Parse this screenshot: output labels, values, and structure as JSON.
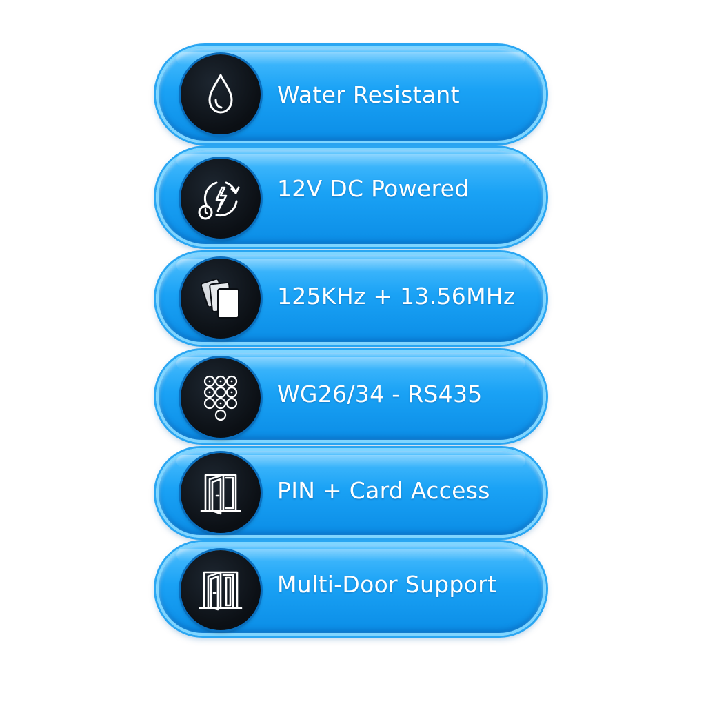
{
  "colors": {
    "pill": "#1aa2f5",
    "pill_highlight": "#7fd5ff",
    "icon_bg": "#0b0f14",
    "text": "#ffffff"
  },
  "features": [
    {
      "label": "Water Resistant",
      "icon": "water-drop-icon"
    },
    {
      "label": "12V DC Powered",
      "icon": "power-cycle-icon"
    },
    {
      "label": "125KHz + 13.56MHz",
      "icon": "cards-icon"
    },
    {
      "label": "WG26/34 - RS435",
      "icon": "keypad-icon"
    },
    {
      "label": "PIN + Card Access",
      "icon": "door-icon"
    },
    {
      "label": "Multi-Door Support",
      "icon": "double-door-icon"
    }
  ]
}
